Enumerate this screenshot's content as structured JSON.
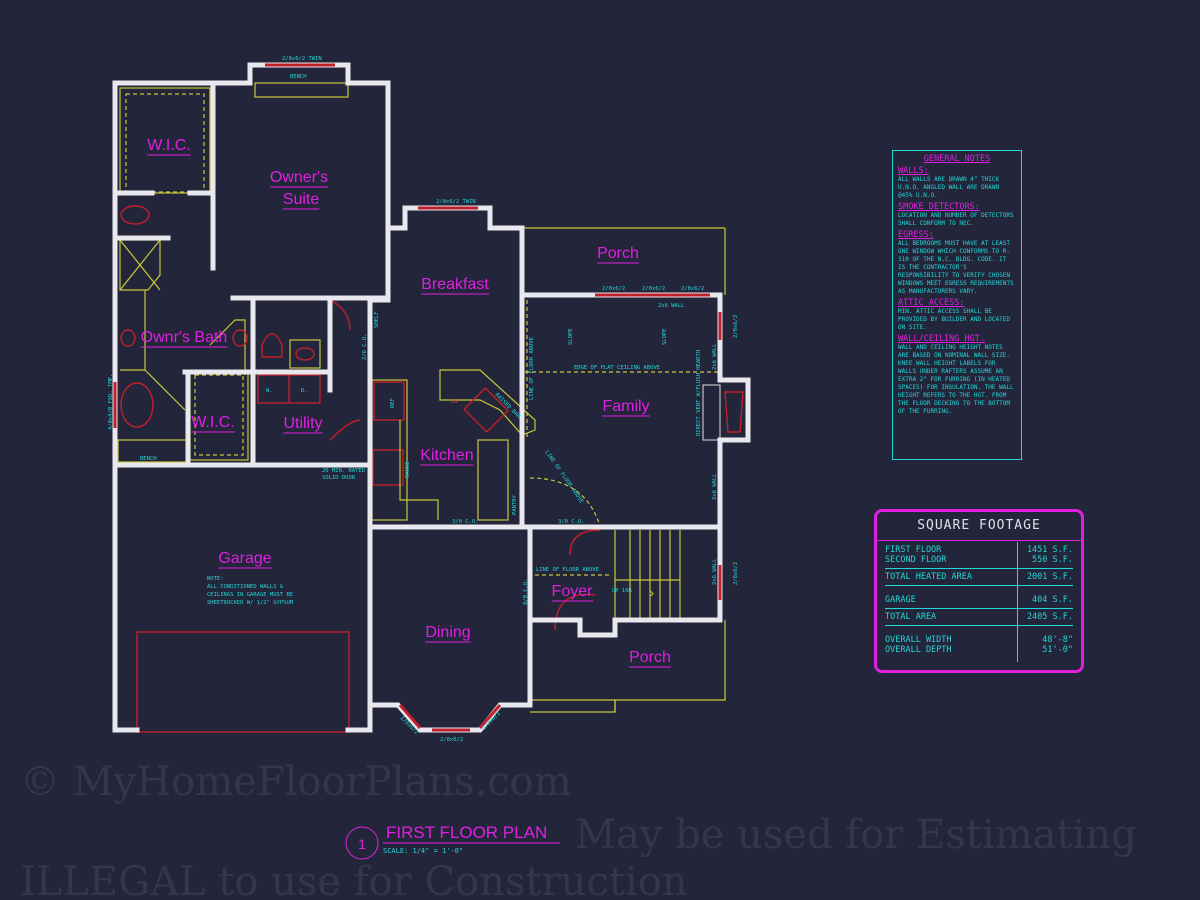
{
  "plan": {
    "title": "FIRST FLOOR PLAN",
    "number": "1",
    "scale": "SCALE: 1/4\" = 1'-0\""
  },
  "rooms": {
    "wic1": "W.I.C.",
    "owners_suite_1": "Owner's",
    "owners_suite_2": "Suite",
    "owners_bath": "Ownr's Bath",
    "wic2": "W.I.C.",
    "utility": "Utility",
    "breakfast": "Breakfast",
    "kitchen": "Kitchen",
    "porch_rear": "Porch",
    "family": "Family",
    "garage": "Garage",
    "dining": "Dining",
    "foyer": "Foyer",
    "porch_front": "Porch"
  },
  "annotations": {
    "win_suite": "2/8x6/2 TWIN",
    "bench_top": "BENCH",
    "win_breakfast": "2/8x6/2 TWIN",
    "win_porch_1": "2/8x6/2",
    "win_porch_2": "2/8x6/2",
    "win_porch_3": "2/8x6/2",
    "wall_2x6_top": "2x6 WALL",
    "win_family_right": "2/8x6/2",
    "wall_2x6_right1": "2x6 WALL",
    "wall_2x6_right2": "2x6 WALL",
    "wall_2x6_right3": "2x6 WALL",
    "win_stairs": "2/8x6/2",
    "slope_1": "SLOPE",
    "slope_2": "SLOPE",
    "edge_ceiling": "EDGE OF FLAT CEILING ABOVE",
    "line_floor_above_1": "LINE OF FLOOR ABOVE",
    "line_floor_above_2": "LINE OF FLOOR ABOVE",
    "line_floor_above_3": "LINE OF FLOOR ABOVE",
    "fireplace": "DIRECT VENT W/FLUSH HEARTH",
    "raised_bar": "RAISED BAR",
    "dw": "DW",
    "ref": "REF",
    "range": "RANGE",
    "pantry": "PANTRY",
    "co_1": "3/0 C.O.",
    "co_2": "3/0 C.O.",
    "co_3": "2/6 C.O.",
    "co_4": "8/0 C.O.",
    "shelf": "SHELF",
    "tub_win": "4/0x4/0 FXD. TMP.",
    "bench_bath": "BENCH",
    "washer": "W.",
    "dryer": "D.",
    "door_note": "20 MIN. RATED SOLID DOOR",
    "garage_note_1": "NOTE:",
    "garage_note_2": "ALL CONDITIONED WALLS &",
    "garage_note_3": "CEILINGS IN GARAGE MUST BE",
    "garage_note_4": "SHEETROCKED W/ 1/2\" GYPSUM",
    "up": "UP 16R",
    "win_dining_l": "2/0x6/2",
    "win_dining_c": "2/8x6/2",
    "win_dining_r": "2/0x6/2"
  },
  "general_notes": {
    "title": "GENERAL NOTES",
    "sections": [
      {
        "heading": "WALLS:",
        "body": "ALL WALLS ARE DRAWN 4\" THICK U.N.O. ANGLED WALL ARE DRAWN @45% U.N.O."
      },
      {
        "heading": "SMOKE DETECTORS:",
        "body": "LOCATION AND NUMBER OF DETECTORS SHALL CONFORM TO NEC."
      },
      {
        "heading": "EGRESS:",
        "body": "ALL BEDROOMS MUST HAVE AT LEAST ONE WINDOW WHICH CONFORMS TO R-310 OF THE N.C. BLDG. CODE. IT IS THE CONTRACTOR'S RESPONSIBILITY TO VERIFY CHOSEN WINDOWS MEET EGRESS REQUIREMENTS AS MANUFACTURERS VARY."
      },
      {
        "heading": "ATTIC ACCESS:",
        "body": "MIN. ATTIC ACCESS SHALL BE PROVIDED BY BUILDER AND LOCATED ON SITE."
      },
      {
        "heading": "WALL/CEILING HGT.",
        "body": "WALL AND CEILING HEIGHT NOTES ARE BASED ON NOMINAL WALL SIZE. KNEE WALL HEIGHT LABELS FOR WALLS UNDER RAFTERS ASSUME AN EXTRA 2\" FOR FURRING (IN HEATED SPACES) FOR INSULATION. THE WALL HEIGHT REFERS TO THE HGT. FROM THE FLOOR DECKING TO THE BOTTOM OF THE FURRING."
      }
    ]
  },
  "square_footage": {
    "title": "SQUARE FOOTAGE",
    "first_floor": {
      "label": "FIRST FLOOR",
      "value": "1451 S.F."
    },
    "second_floor": {
      "label": "SECOND FLOOR",
      "value": "550 S.F."
    },
    "total_heated": {
      "label": "TOTAL HEATED AREA",
      "value": "2001 S.F."
    },
    "garage": {
      "label": "GARAGE",
      "value": "404 S.F."
    },
    "total_area": {
      "label": "TOTAL AREA",
      "value": "2405 S.F."
    },
    "overall_width": {
      "label": "OVERALL WIDTH",
      "value": "48'-8\""
    },
    "overall_depth": {
      "label": "OVERALL DEPTH",
      "value": "51'-0\""
    }
  },
  "watermark": {
    "line1": "© MyHomeFloorPlans.com",
    "line2": "ILLEGAL to use for Construction",
    "line3": "May be used for Estimating"
  },
  "colors": {
    "background": "#23253a",
    "wall": "#e8e8ee",
    "label": "#e020e0",
    "note": "#22d8d8",
    "fixture": "#c8c83a",
    "window": "#c0202a"
  }
}
